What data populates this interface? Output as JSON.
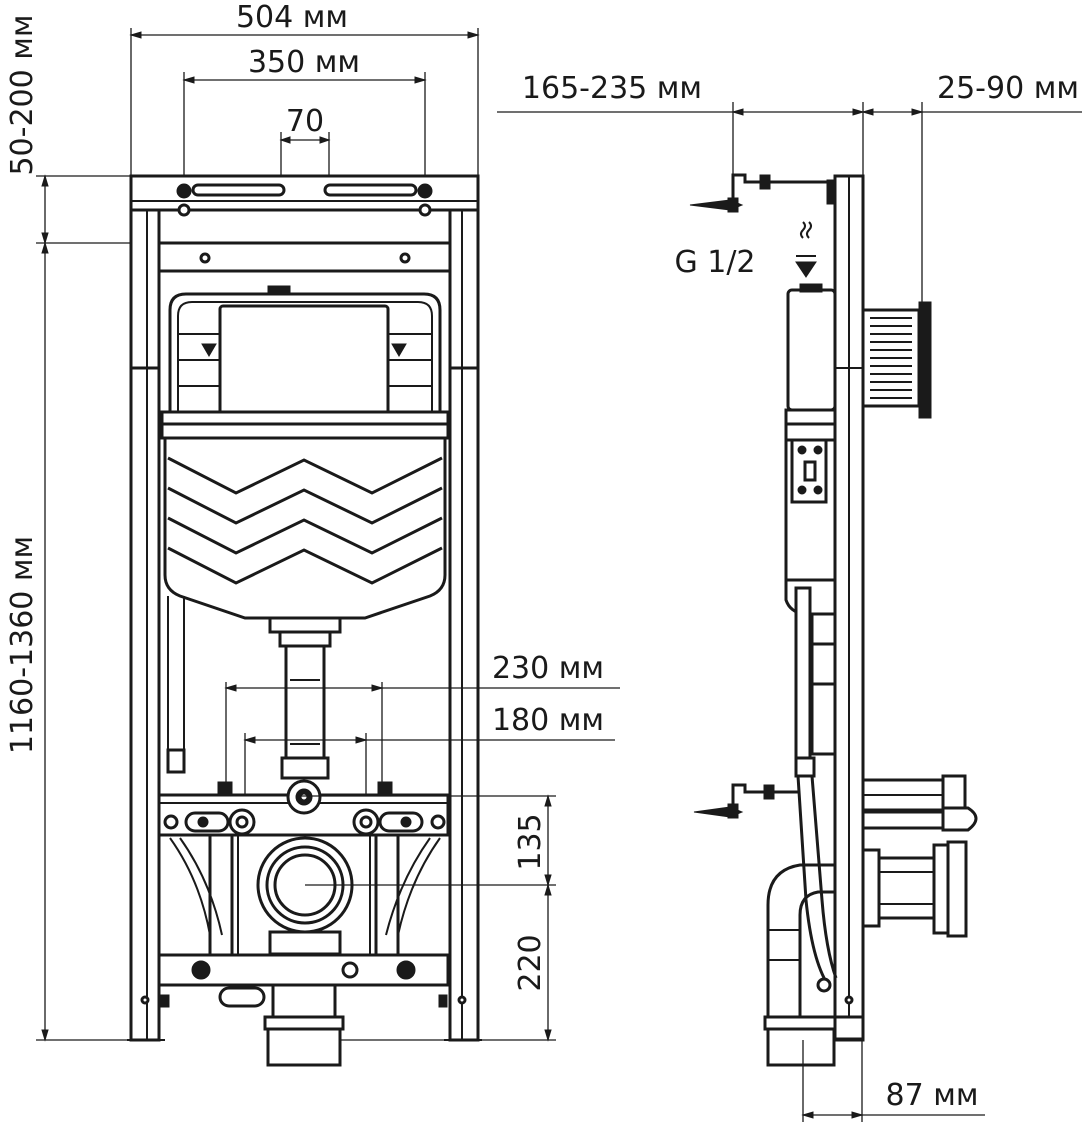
{
  "dimensions": {
    "total_width": "504 мм",
    "mount_spacing": "350 мм",
    "mount_slot": "70",
    "top_adjust": "50-200 мм",
    "height_range": "1160-1360 мм",
    "stud_spacing_outer": "230 мм",
    "stud_spacing_inner": "180 мм",
    "stud_to_outlet": "135",
    "outlet_to_floor": "220",
    "wall_distance": "165-235 мм",
    "button_depth": "25-90 мм",
    "outlet_offset": "87 мм"
  },
  "labels": {
    "water_inlet": "G 1/2"
  },
  "colors": {
    "line": "#1a1a1a",
    "background": "#ffffff"
  }
}
